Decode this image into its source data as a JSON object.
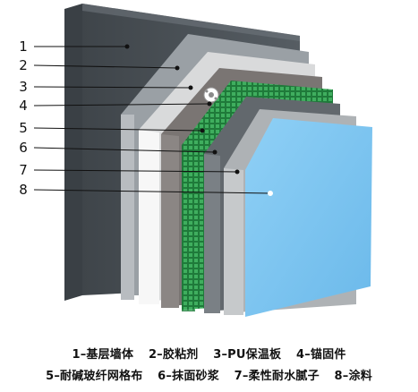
{
  "layers": [
    {
      "number": "1",
      "name": "基层墙体",
      "color": "#5b6268"
    },
    {
      "number": "2",
      "name": "胶粘剂",
      "color": "#9fa4a8"
    },
    {
      "number": "3",
      "name": "PU保温板",
      "color": "#f2f2f2"
    },
    {
      "number": "4",
      "name": "锚固件",
      "color": "#7d7876"
    },
    {
      "number": "5",
      "name": "耐碱玻纤网格布",
      "color": "#2f8f4a"
    },
    {
      "number": "6",
      "name": "抹面砂浆",
      "color": "#6a7075"
    },
    {
      "number": "7",
      "name": "柔性耐水腻子",
      "color": "#b9bcbf"
    },
    {
      "number": "8",
      "name": "涂料",
      "color": "#7cc4ef"
    }
  ],
  "legend": {
    "row1": [
      "1–基层墙体",
      "2–胶粘剂",
      "3–PU保温板",
      "4–锚固件"
    ],
    "row2": [
      "5–耐碱玻纤网格布",
      "6–抹面砂浆",
      "7–柔性耐水腻子",
      "8–涂料"
    ]
  }
}
